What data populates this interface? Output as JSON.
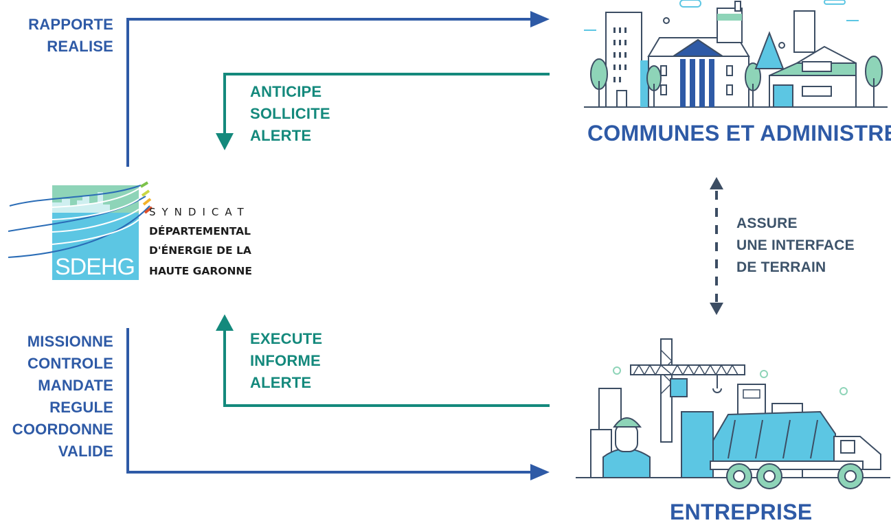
{
  "left_top": {
    "lines": [
      "RAPPORTE",
      "REALISE"
    ]
  },
  "left_bottom": {
    "lines": [
      "MISSIONNE",
      "CONTROLE",
      "MANDATE",
      "REGULE",
      "COORDONNE",
      "VALIDE"
    ]
  },
  "teal_top": {
    "lines": [
      "ANTICIPE",
      "SOLLICITE",
      "ALERTE"
    ]
  },
  "teal_bottom": {
    "lines": [
      "EXECUTE",
      "INFORME",
      "ALERTE"
    ]
  },
  "interface": {
    "lines": [
      "ASSURE",
      "UNE INTERFACE",
      "DE TERRAIN"
    ]
  },
  "communes": {
    "title": "COMMUNES ET ADMINISTRES"
  },
  "entreprise": {
    "title": "ENTREPRISE"
  },
  "logo": {
    "abbr": "SDEHG",
    "line1": "SYNDICAT",
    "line2": "DÉPARTEMENTAL",
    "line3": "D'ÉNERGIE DE LA",
    "line4": "HAUTE GARONNE"
  },
  "colors": {
    "blue": "#2e5aa6",
    "teal": "#14897c",
    "slate": "#3c4d63",
    "light_blue": "#5cc6e3",
    "mint": "#8ed4b8"
  }
}
